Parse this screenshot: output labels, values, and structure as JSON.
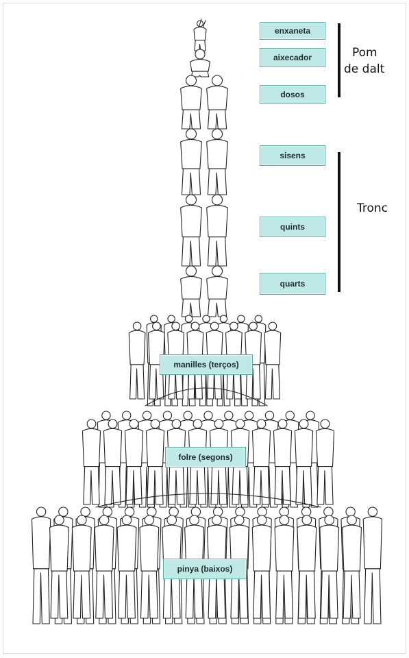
{
  "diagram": {
    "levels": {
      "enxaneta": "enxaneta",
      "aixecador": "aixecador",
      "dosos": "dosos",
      "sisens": "sisens",
      "quints": "quints",
      "quarts": "quarts",
      "manilles": "manilles (terços)",
      "folre": "folre (segons)",
      "pinya": "pinya (baixos)"
    },
    "groups": {
      "pom_line1": "Pom",
      "pom_line2": "de dalt",
      "tronc": "Tronc"
    },
    "colors": {
      "label_fill": "#bfe9e6",
      "label_border": "#5aa9a3",
      "line_art": "#222222",
      "bracket": "#111111"
    }
  }
}
